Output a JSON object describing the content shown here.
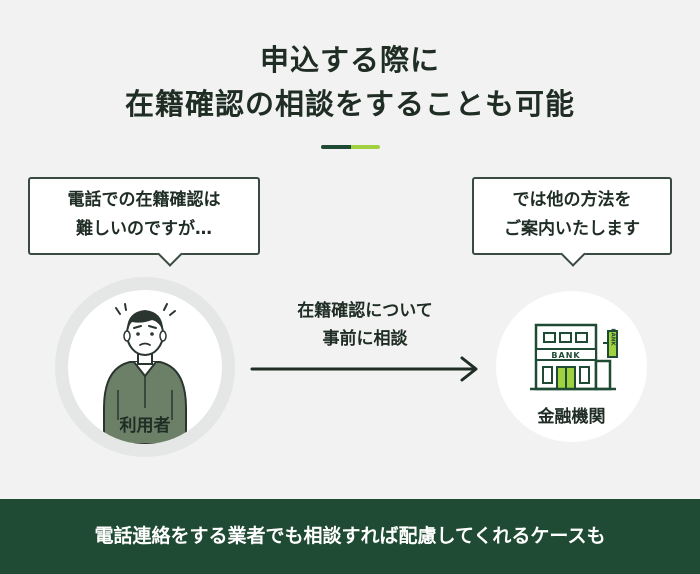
{
  "title": {
    "line1": "申込する際に",
    "line2": "在籍確認の相談をすることも可能"
  },
  "user_bubble": {
    "line1": "電話での在籍確認は",
    "line2": "難しいのですが…"
  },
  "bank_bubble": {
    "line1": "では他の方法を",
    "line2": "ご案内いたします"
  },
  "arrow_label": {
    "line1": "在籍確認について",
    "line2": "事前に相談"
  },
  "user_label": "利用者",
  "bank_label": "金融機関",
  "bank_sign": "BANK",
  "bank_side_sign": "BANK",
  "footer": "電話連絡をする業者でも相談すれば配慮してくれるケースも",
  "colors": {
    "dark_green": "#1f4a33",
    "accent_green": "#9fd140",
    "background": "#f1f2f1",
    "person_shirt": "#6c8068"
  }
}
